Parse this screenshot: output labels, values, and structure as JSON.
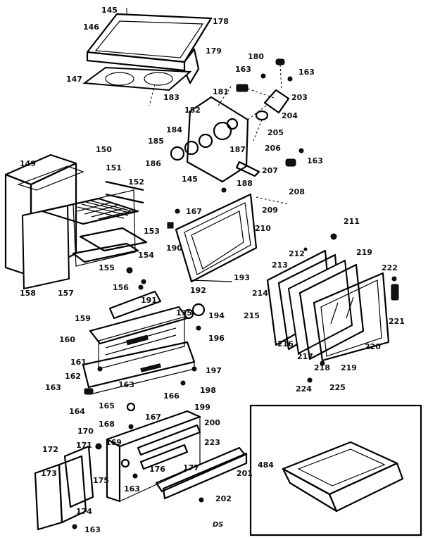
{
  "labels": {
    "l145a": "145",
    "l146": "146",
    "l178": "178",
    "l179": "179",
    "l147": "147",
    "l183": "183",
    "l180": "180",
    "l163a": "163",
    "l163b": "163",
    "l181": "181",
    "l203": "203",
    "l204": "204",
    "l205": "205",
    "l182": "182",
    "l184": "184",
    "l185": "185",
    "l187": "187",
    "l206": "206",
    "l186": "186",
    "l145b": "145",
    "l207": "207",
    "l163c": "163",
    "l149": "149",
    "l150": "150",
    "l151": "151",
    "l152": "152",
    "l153": "153",
    "l154": "154",
    "l155": "155",
    "l156": "156",
    "l157": "157",
    "l158": "158",
    "l188": "188",
    "l208": "208",
    "l167a": "167",
    "l209": "209",
    "l210": "210",
    "l190": "190",
    "l193": "193",
    "l192": "192",
    "l191": "191",
    "l211": "211",
    "l212": "212",
    "l219a": "219",
    "l213": "213",
    "l222": "222",
    "l214": "214",
    "l215": "215",
    "l216": "216",
    "l217": "217",
    "l218": "218",
    "l220": "220",
    "l221": "221",
    "l219b": "219",
    "l224": "224",
    "l225": "225",
    "l159": "159",
    "l195": "195",
    "l194": "194",
    "l160": "160",
    "l196": "196",
    "l161": "161",
    "l197": "197",
    "l163d": "163",
    "l162": "162",
    "l166": "166",
    "l198": "198",
    "l163e": "163",
    "l164": "164",
    "l165": "165",
    "l199": "199",
    "l168": "168",
    "l167b": "167",
    "l200": "200",
    "l170": "170",
    "l169": "169",
    "l171": "171",
    "l172": "172",
    "l223": "223",
    "l173": "173",
    "l175": "175",
    "l176": "176",
    "l177": "177",
    "l201": "201",
    "l163f": "163",
    "l174": "174",
    "l202": "202",
    "l163g": "163",
    "l484": "484"
  },
  "footer_code": "DS"
}
